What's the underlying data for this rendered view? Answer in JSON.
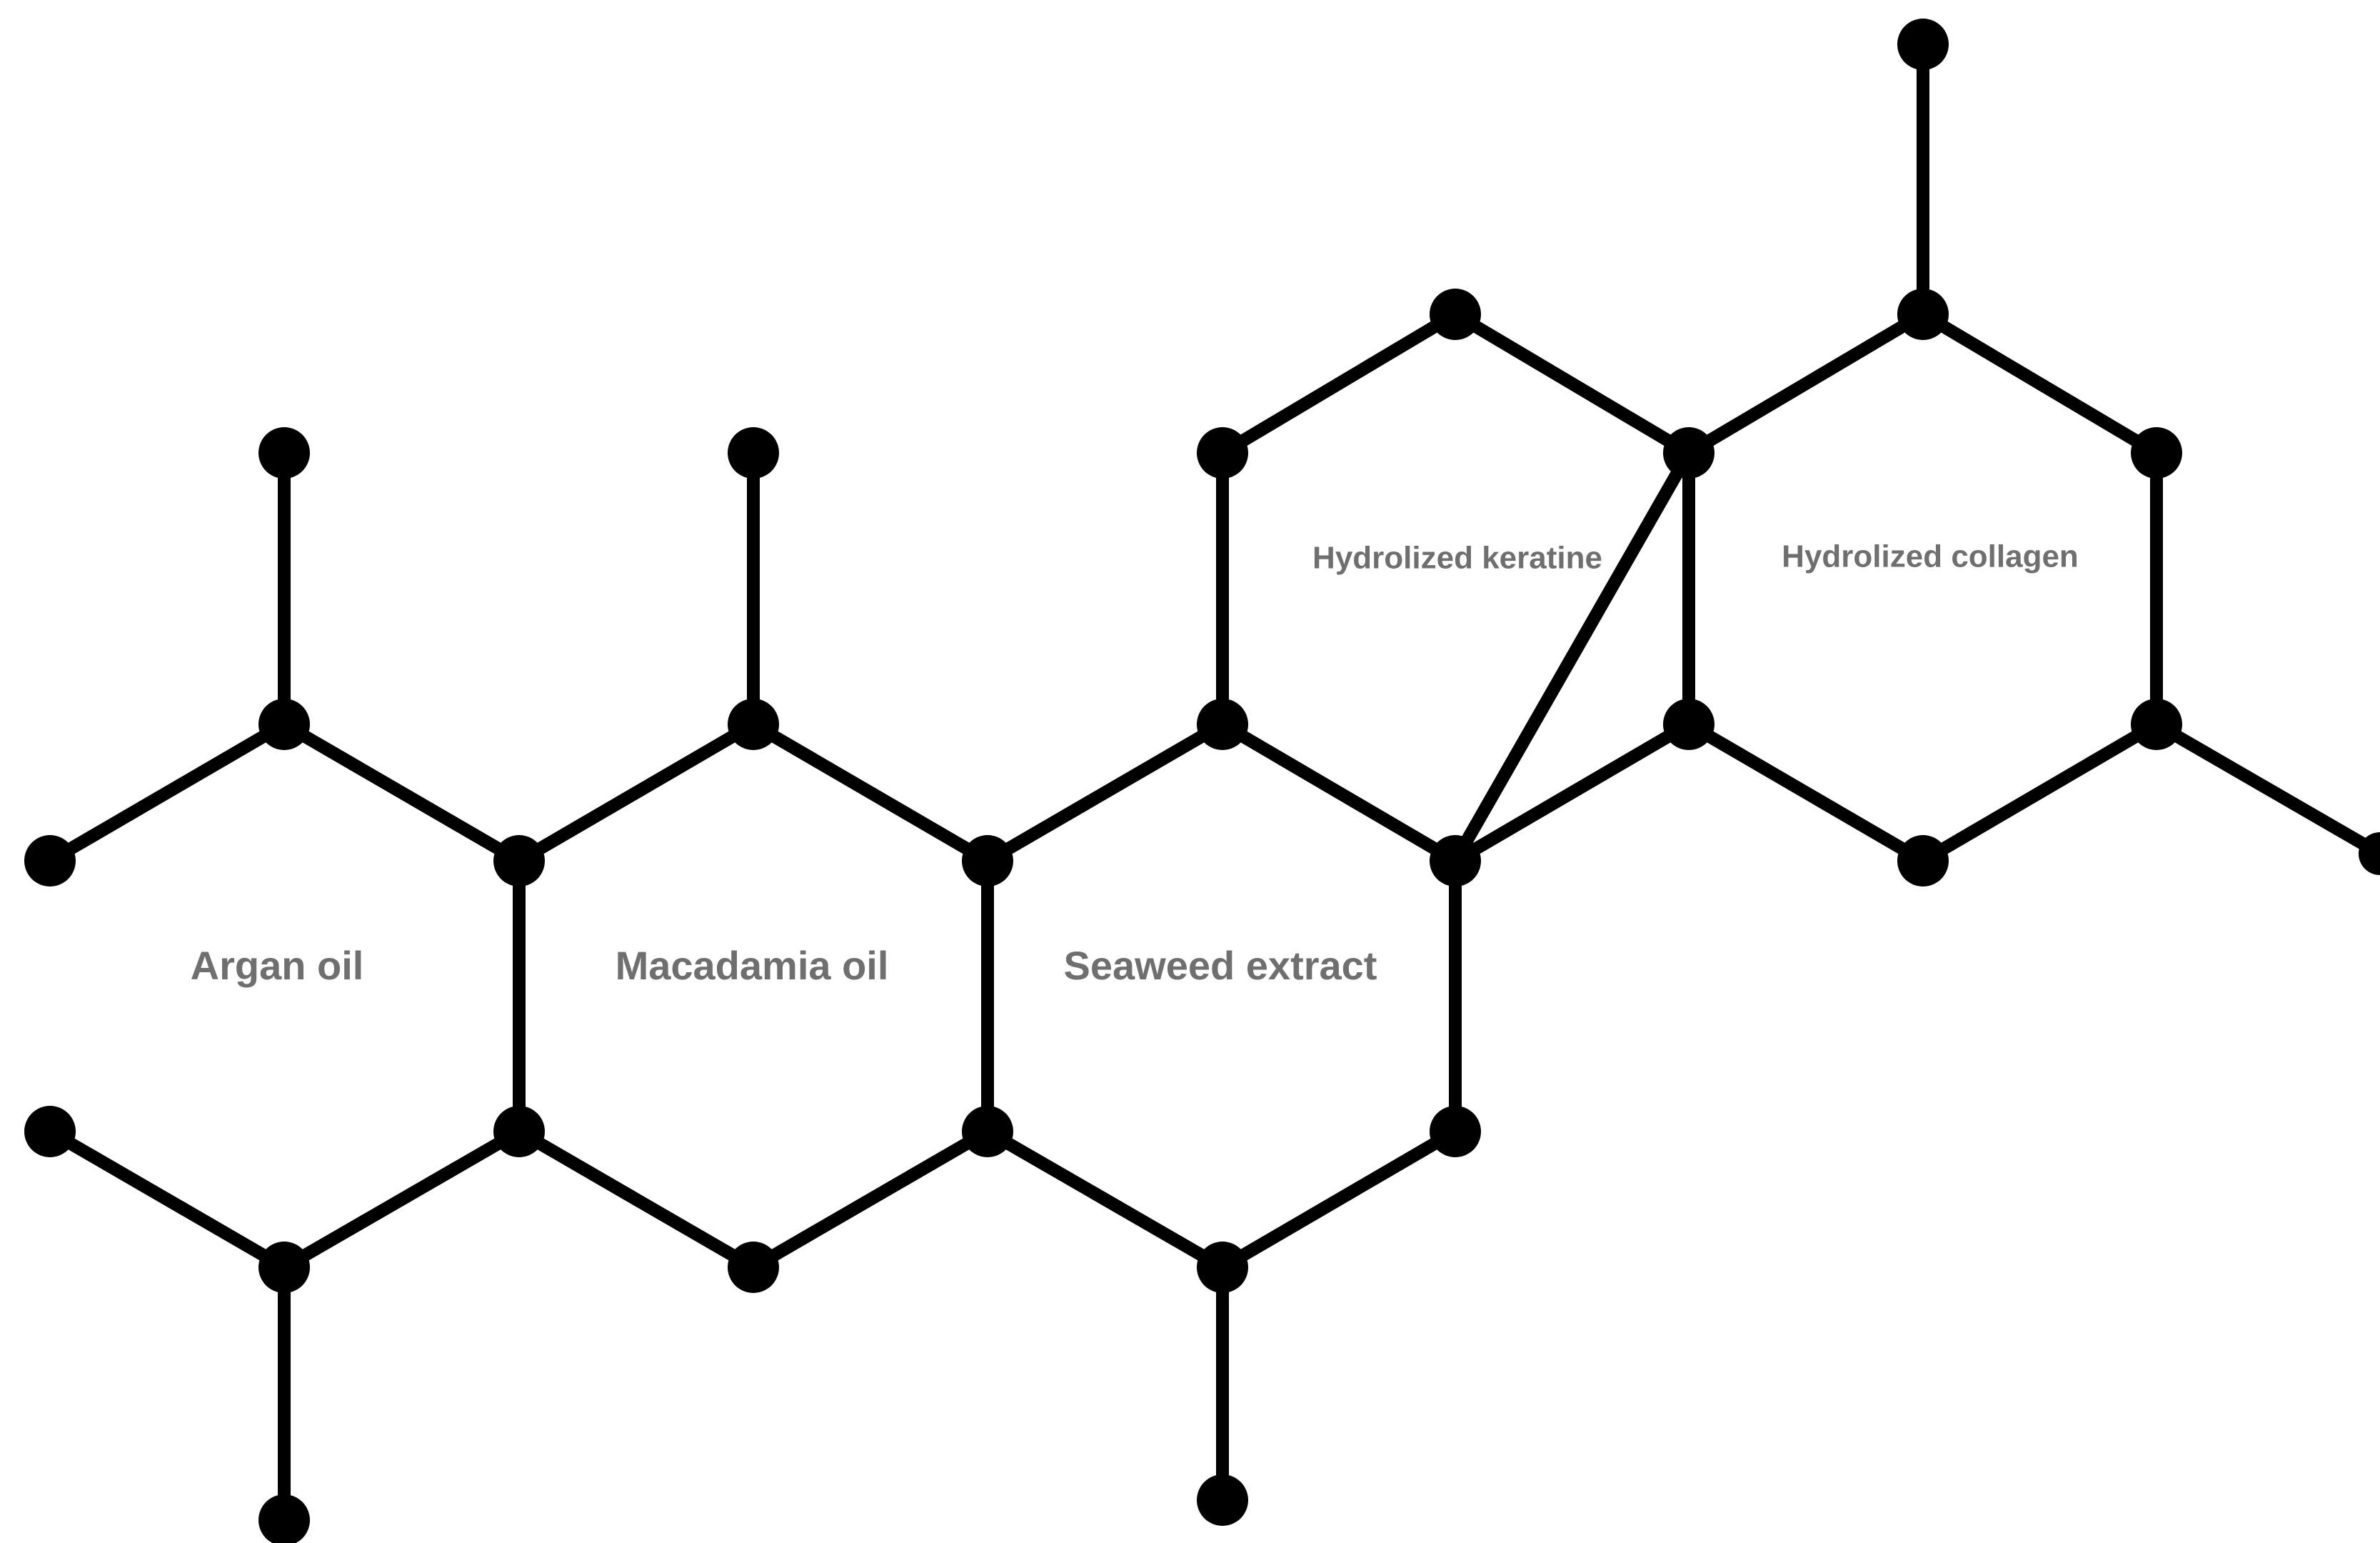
{
  "labels": {
    "argan": "Argan oil",
    "macadamia": "Macadamia oil",
    "seaweed": "Seaweed extract",
    "keratine": "Hydrolized keratine",
    "collagen": "Hydrolized collagen"
  },
  "colors": {
    "line": "#000000",
    "text": "#6f6f6f",
    "background": "#ffffff"
  }
}
